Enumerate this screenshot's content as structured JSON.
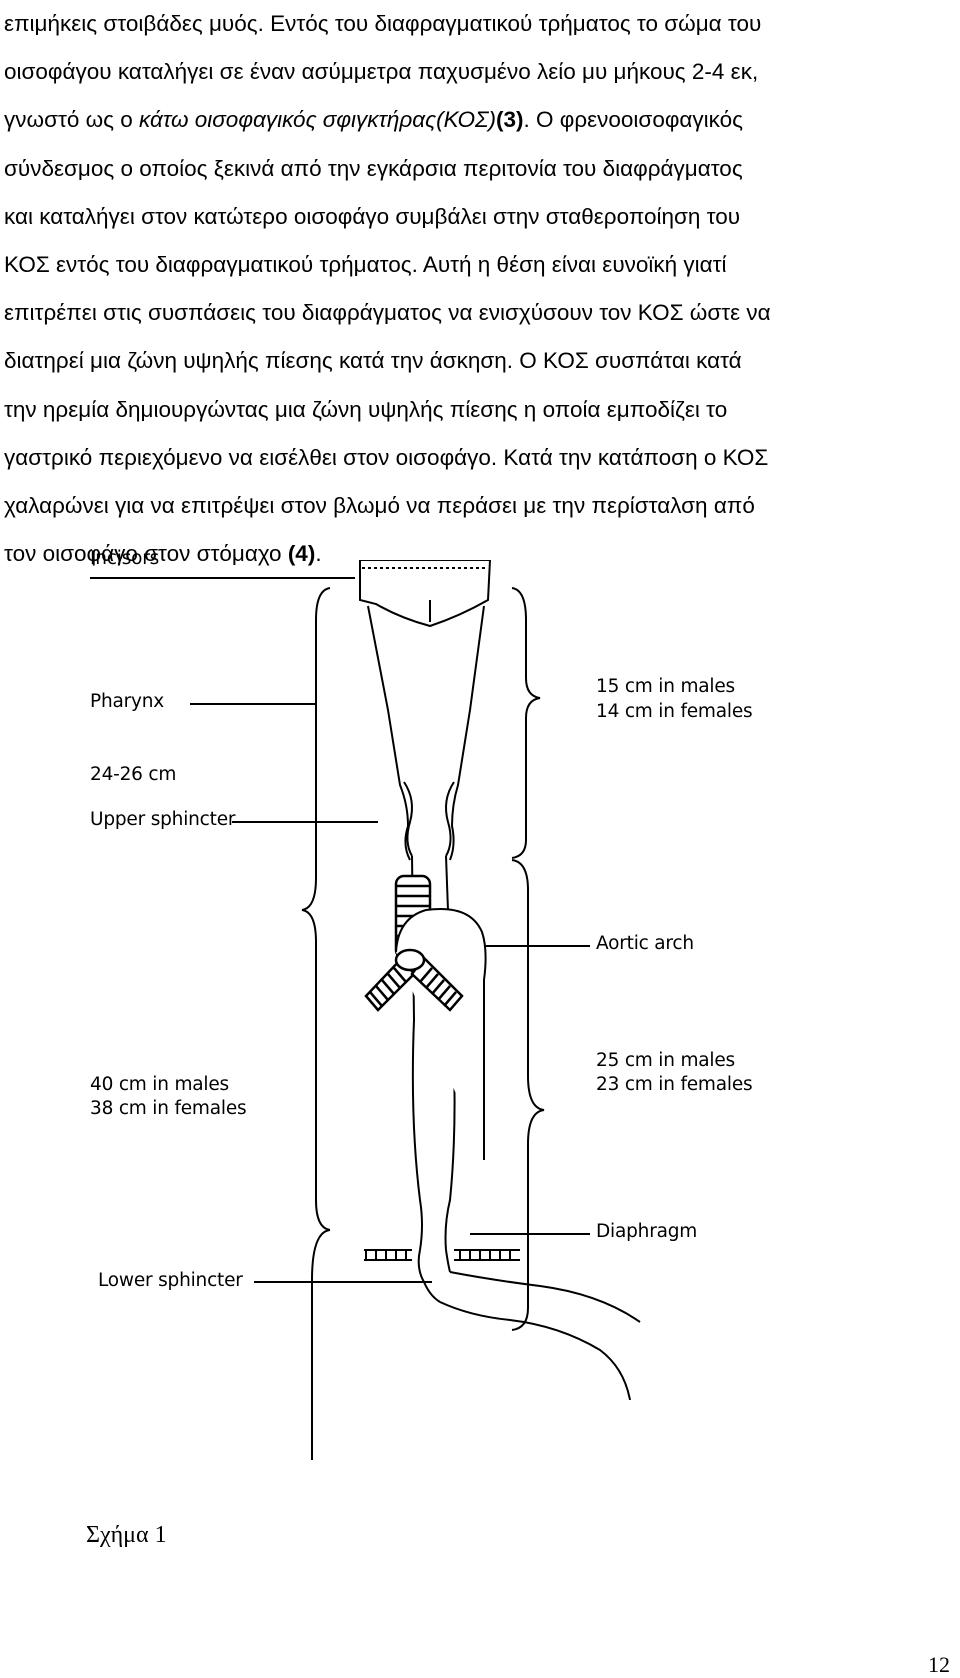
{
  "body_text": {
    "lines": [
      "επιμήκεις στοιβάδες μυός. Εντός του διαφραγματικού τρήματος το σώμα του",
      "οισοφάγου καταλήγει σε έναν ασύμμετρα παχυσμένο λείο μυ  μήκους 2-4 εκ,"
    ],
    "line3_prefix": "γνωστό ως ο ",
    "line3_italic": "κάτω οισοφαγικός σφιγκτήρας(ΚΟΣ)",
    "line3_bold": "(3)",
    "line3_suffix": ". Ο φρενοοισοφαγικός",
    "middle_lines": [
      "σύνδεσμος ο οποίος ξεκινά από την  εγκάρσια περιτονία  του διαφράγματος",
      "και καταλήγει στον κατώτερο οισοφάγο συμβάλει στην σταθεροποίηση του",
      "ΚΟΣ εντός του διαφραγματικού τρήματος. Αυτή η θέση είναι ευνοϊκή γιατί",
      "επιτρέπει στις συσπάσεις του διαφράγματος να ενισχύσουν τον ΚΟΣ ώστε να",
      "διατηρεί μια ζώνη υψηλής πίεσης  κατά την άσκηση. Ο ΚΟΣ συσπάται κατά",
      "την ηρεμία δημιουργώντας μια ζώνη υψηλής πίεσης η οποία εμποδίζει το",
      "γαστρικό περιεχόμενο να εισέλθει στον οισοφάγο. Κατά την κατάποση ο ΚΟΣ",
      "χαλαρώνει για να επιτρέψει στον βλωμό να περάσει με την περίσταλση  από"
    ],
    "last_prefix": "τον οισοφάγο στον στόμαχο ",
    "last_bold": "(4)",
    "last_suffix": "."
  },
  "figure": {
    "labels": {
      "incisors": "Incisors",
      "pharynx": "Pharynx",
      "length_total": "24-26 cm",
      "upper_sphincter": "Upper sphincter",
      "males_15": "15 cm in males",
      "females_14": "14 cm in females",
      "aortic_arch": "Aortic arch",
      "males_25": "25 cm in males",
      "females_23": "23 cm in females",
      "males_40": "40 cm in males",
      "females_38": "38 cm in females",
      "diaphragm": "Diaphragm",
      "lower_sphincter": "Lower sphincter"
    }
  },
  "caption": "Σχήμα 1",
  "page_number": "12"
}
